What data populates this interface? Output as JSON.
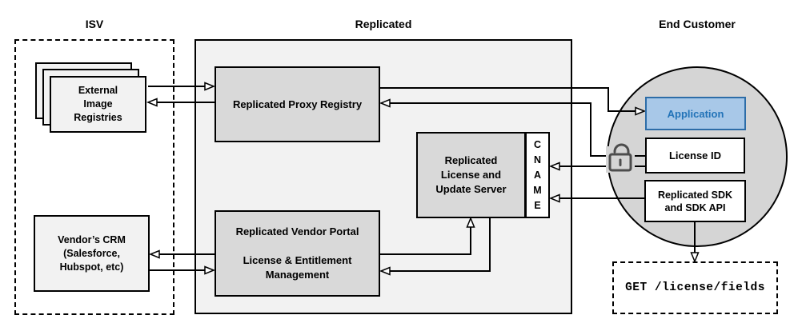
{
  "diagram": {
    "sections": {
      "isv": {
        "title": "ISV"
      },
      "replicated": {
        "title": "Replicated"
      },
      "end_customer": {
        "title": "End Customer"
      }
    },
    "nodes": {
      "registries": {
        "line1": "External",
        "line2": "Image",
        "line3": "Registries"
      },
      "crm": {
        "line1": "Vendor’s CRM",
        "line2": "(Salesforce,",
        "line3": "Hubspot, etc)"
      },
      "proxy": {
        "label": "Replicated Proxy Registry"
      },
      "license_server": {
        "line1": "Replicated",
        "line2": "License and",
        "line3": "Update Server"
      },
      "cname": {
        "letters": [
          "C",
          "N",
          "A",
          "M",
          "E"
        ]
      },
      "vendor_portal": {
        "line1": "Replicated Vendor Portal",
        "line2": "License & Entitlement",
        "line3": "Management"
      },
      "application": {
        "label": "Application"
      },
      "license_id": {
        "label": "License ID"
      },
      "sdk": {
        "line1": "Replicated SDK",
        "line2": "and SDK API"
      },
      "get_endpoint": {
        "label": "GET /license/fields"
      }
    },
    "edges": [
      {
        "from": "external-image-registries",
        "to": "replicated-proxy-registry"
      },
      {
        "from": "replicated-proxy-registry",
        "to": "external-image-registries"
      },
      {
        "from": "replicated-proxy-registry",
        "to": "application"
      },
      {
        "from": "license-id",
        "to": "replicated-proxy-registry",
        "via": "lock"
      },
      {
        "from": "license-id",
        "to": "cname",
        "via": "lock"
      },
      {
        "from": "replicated-sdk",
        "to": "cname"
      },
      {
        "from": "replicated-vendor-portal",
        "to": "vendors-crm"
      },
      {
        "from": "vendors-crm",
        "to": "replicated-vendor-portal"
      },
      {
        "from": "replicated-vendor-portal",
        "to": "replicated-license-update-server"
      },
      {
        "from": "replicated-license-update-server",
        "to": "replicated-vendor-portal"
      },
      {
        "from": "replicated-sdk",
        "to": "get-license-fields"
      }
    ],
    "colors": {
      "application_fill": "#a8c8e8",
      "application_border": "#2d6da8",
      "application_text": "#2273b8",
      "inner_box_fill": "#d9d9d9",
      "section_fill": "#f2f2f2",
      "circle_fill": "#d5d5d5",
      "white_box_fill": "#ffffff",
      "line_color": "#000000",
      "lock_color": "#4d4d4d"
    }
  }
}
